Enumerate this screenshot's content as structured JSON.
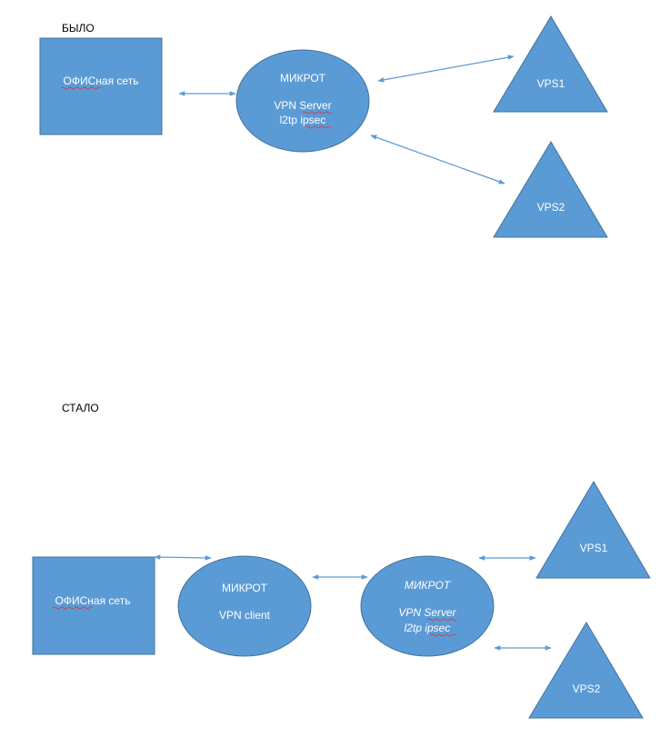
{
  "colors": {
    "shape_fill": "#5b9bd5",
    "shape_stroke": "#41719c",
    "connector": "#5b9bd5",
    "spellcheck": "#e03030"
  },
  "before": {
    "heading": "БЫЛО",
    "office": {
      "label_underlined": "ОФИСная",
      "label_rest": " сеть"
    },
    "router": {
      "title": "МИКРОТ",
      "line1_a": "VPN ",
      "line1_b": "Server",
      "line2_a": "l2tp ",
      "line2_b": "ipsec"
    },
    "vps1": "VPS1",
    "vps2": "VPS2"
  },
  "after": {
    "heading": "СТАЛО",
    "office": {
      "label_underlined": "ОФИСная",
      "label_rest": " сеть"
    },
    "client": {
      "title": "МИКРОТ",
      "line1": "VPN client"
    },
    "server": {
      "title": "МИКРОТ",
      "line1_a": "VPN ",
      "line1_b": "Server",
      "line2_a": "l2tp ",
      "line2_b": "ipsec"
    },
    "vps1": "VPS1",
    "vps2": "VPS2"
  }
}
